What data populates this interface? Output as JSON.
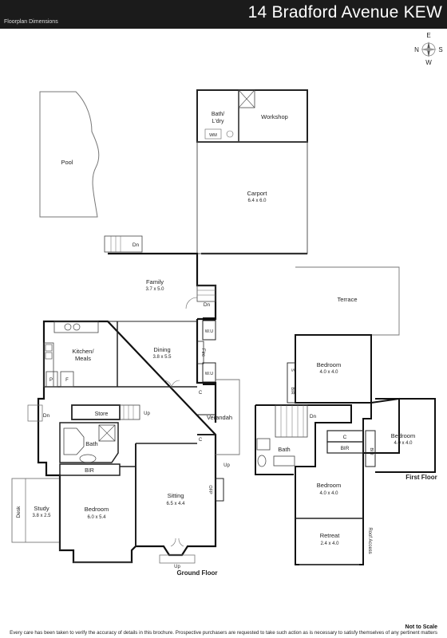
{
  "header": {
    "subtitle": "Floorplan Dimensions",
    "address": "14 Bradford Avenue KEW"
  },
  "compass": {
    "n": "N",
    "s": "S",
    "e": "E",
    "w": "W"
  },
  "outdoor": {
    "pool": "Pool",
    "workshop": "Workshop",
    "bath_ldry": [
      "Bath/",
      "L'dry"
    ],
    "wm": "WM",
    "carport": "Carport",
    "carport_size": "6.4 x 6.0",
    "dn_top": "Dn"
  },
  "ground": {
    "family": "Family",
    "family_size": "3.7 x 5.0",
    "kitchen": [
      "Kitchen/",
      "Meals"
    ],
    "dining": "Dining",
    "dining_size": "3.8 x 5.5",
    "dn_family": "Dn",
    "wu1": "W.U",
    "wu2": "W.U",
    "fire": "Fire",
    "p": "P",
    "f": "F",
    "c": "C",
    "store": "Store",
    "up_store": "Up",
    "dn_left": "Dn",
    "verandah": "Verandah",
    "up_verandah": "Up",
    "bath": "Bath",
    "bir": "BIR",
    "study": "Study",
    "study_size": "3.8 x 2.5",
    "desk": "Desk",
    "bedroom": "Bedroom",
    "bedroom_size": "6.0 x 5.4",
    "sitting": "Sitting",
    "sitting_size": "6.5 x 4.4",
    "ofp": "OFP",
    "up_front": "Up",
    "floor_label": "Ground Floor"
  },
  "first": {
    "terrace": "Terrace",
    "bedroom_a": "Bedroom",
    "bedroom_a_size": "4.0 x 4.0",
    "s": "S",
    "bir_a": "BIR",
    "dn": "Dn",
    "bath": "Bath",
    "c": "C",
    "bir_b": "BIR",
    "bedroom_b": "Bedroom",
    "bedroom_b_size": "4.0 x 4.0",
    "bir_c": "BIR",
    "bedroom_c": "Bedroom",
    "bedroom_c_size": "4.0 x 4.0",
    "retreat": "Retreat",
    "retreat_size": "2.4 x 4.0",
    "roof_access": "Roof Access",
    "floor_label": "First Floor"
  },
  "footer": {
    "not_to_scale": "Not to Scale",
    "disclaimer": "Every care has been taken to verify the accuracy of details in this brochure. Prospective purchasers are requested to take such action as is necessary to satisfy themselves of any pertinent matters"
  }
}
